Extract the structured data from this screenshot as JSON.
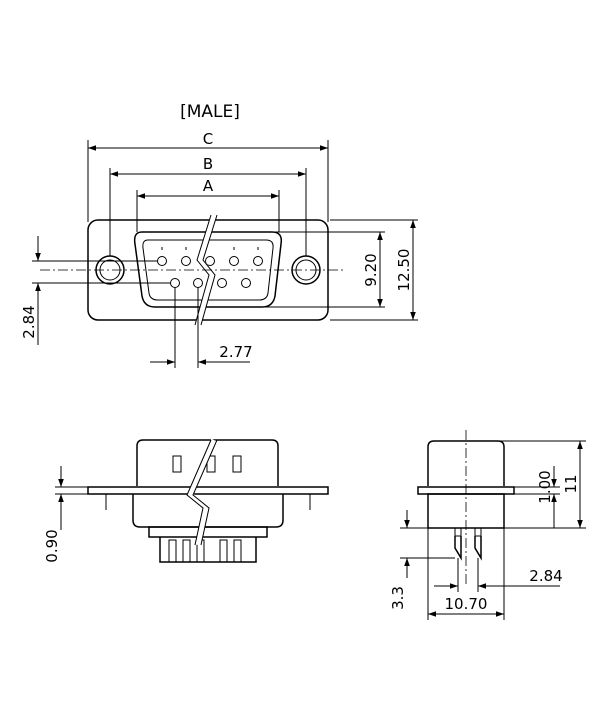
{
  "title": "[MALE]",
  "front_view": {
    "dim_c": "C",
    "dim_b": "B",
    "dim_a": "A",
    "dim_pin_pitch": "2.77",
    "dim_row_spacing": "2.84",
    "dim_shell_height": "9.20",
    "dim_flange_height": "12.50"
  },
  "side_view": {
    "dim_flange_thickness": "0.90"
  },
  "end_view": {
    "dim_height_small": "1.00",
    "dim_height_total": "11",
    "dim_pin_offset": "2.84",
    "dim_pin_length": "3.3",
    "dim_width": "10.70"
  }
}
